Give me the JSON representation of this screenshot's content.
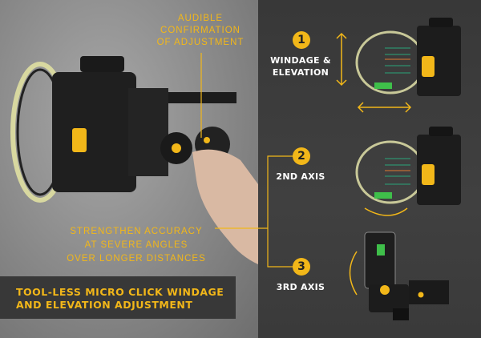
{
  "callouts": {
    "audible": [
      "AUDIBLE",
      "CONFIRMATION",
      "OF ADJUSTMENT"
    ],
    "strengthen": [
      "STRENGTHEN ACCURACY",
      "AT SEVERE ANGLES",
      "OVER LONGER DISTANCES"
    ]
  },
  "banner": [
    "TOOL-LESS MICRO CLICK WINDAGE",
    "AND ELEVATION ADJUSTMENT"
  ],
  "features": [
    {
      "number": "1",
      "label": [
        "WINDAGE &",
        "ELEVATION"
      ]
    },
    {
      "number": "2",
      "label": [
        "2ND AXIS"
      ]
    },
    {
      "number": "3",
      "label": [
        "3RD AXIS"
      ]
    }
  ],
  "colors": {
    "accent": "#f2b719",
    "dark": "#3b3b3b"
  }
}
